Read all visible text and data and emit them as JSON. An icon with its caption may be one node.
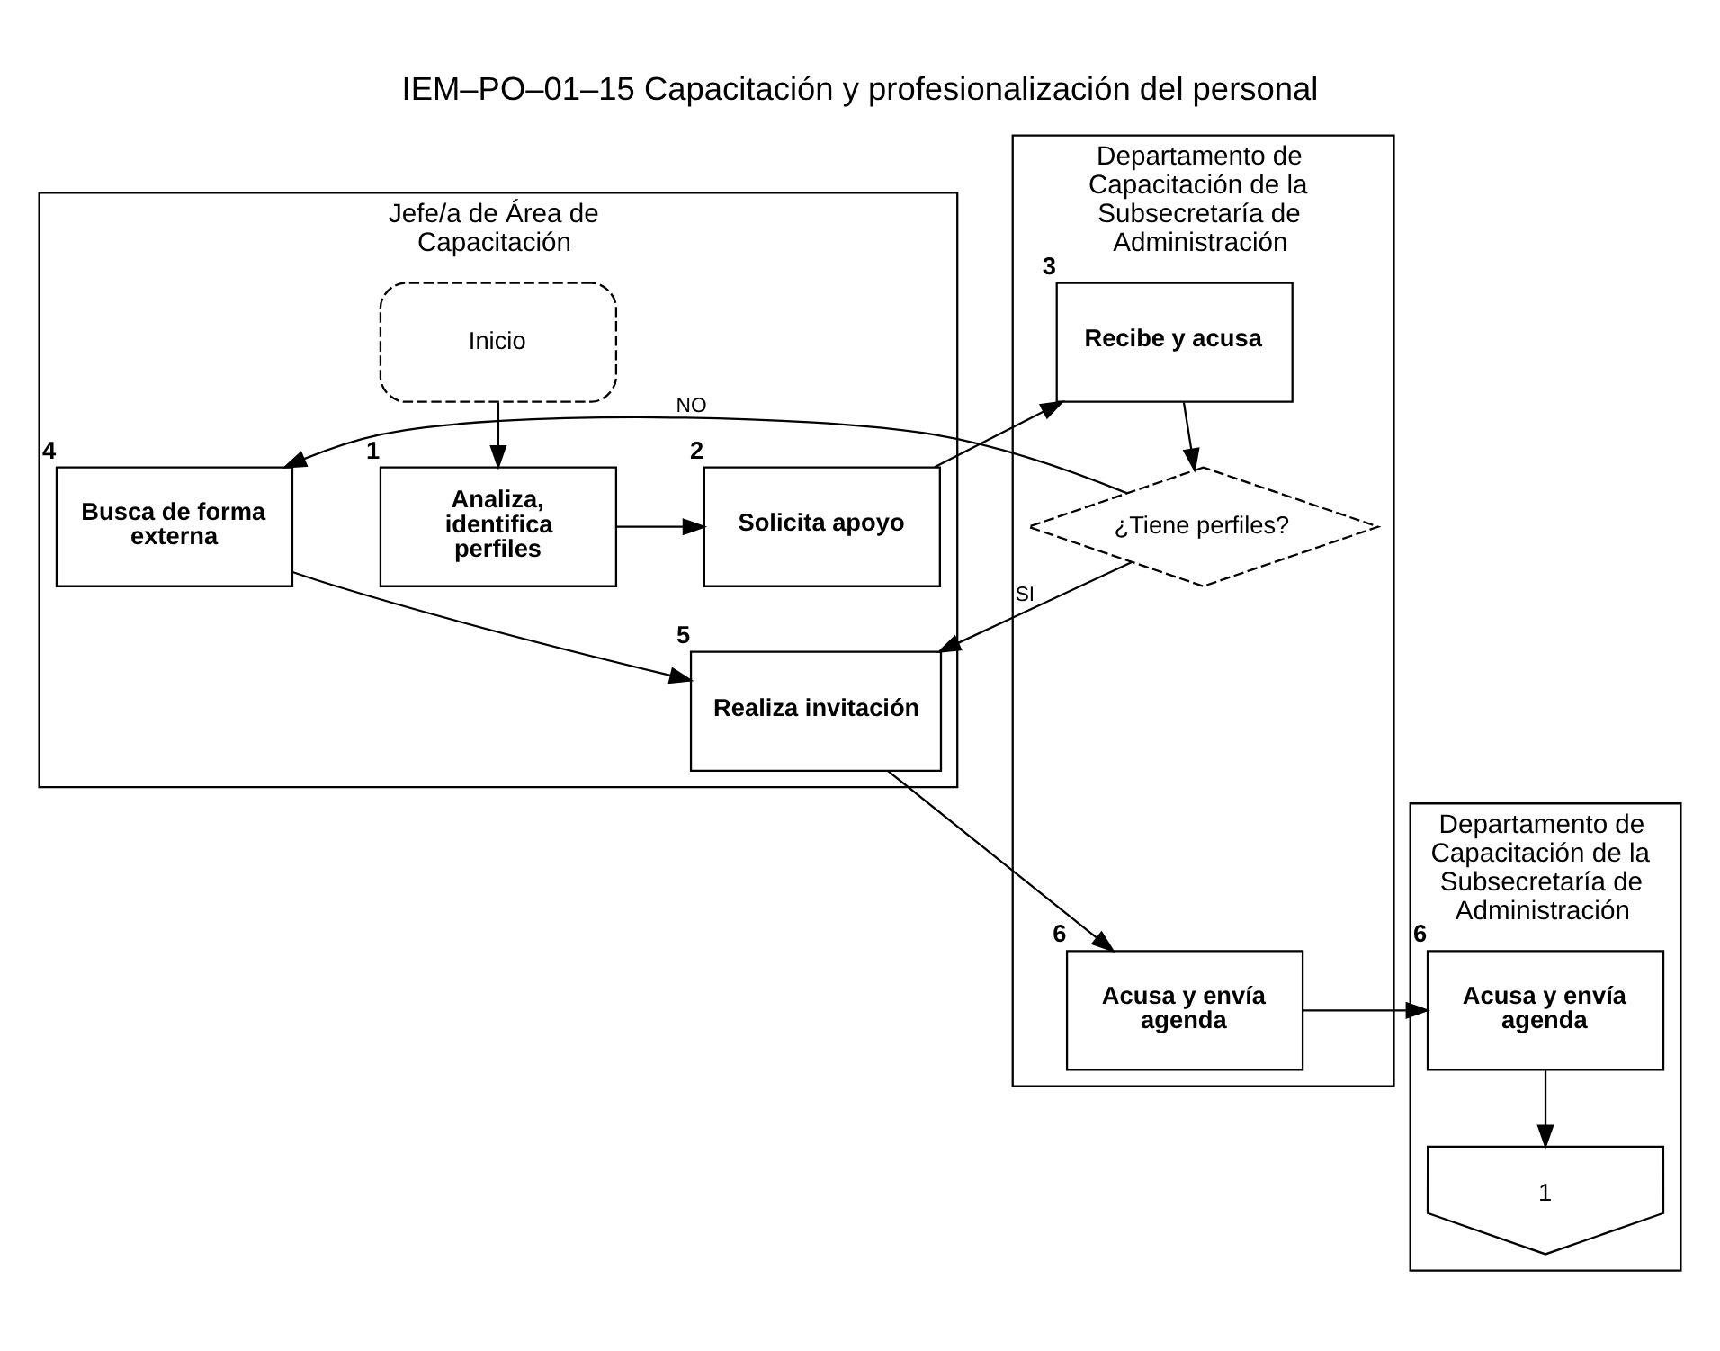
{
  "diagram": {
    "title": "IEM–PO–01–15 Capacitación y profesionalización del personal",
    "nodes": [
      {
        "text": [
          "Jefe/a de Área de Capacitación"
        ]
      },
      {
        "text": [
          "Inicio"
        ],
        "in": 0
      },
      {
        "text": [
          "Analiza, identifica perfiles"
        ],
        "beside": [
          "1"
        ],
        "in": 0
      },
      {
        "text": [
          "Solicita apoyo"
        ],
        "beside": [
          "2"
        ],
        "in": 0
      },
      {
        "text": [
          "Busca de forma externa"
        ],
        "beside": [
          "4"
        ],
        "in": 0
      },
      {
        "text": [
          "Realiza invitación"
        ],
        "beside": [
          "5"
        ],
        "in": 0
      },
      {
        "text": [
          "Departamento de Capacitación de la Subsecretaría de Administración"
        ]
      },
      {
        "text": [
          "Recibe y acusa"
        ],
        "beside": [
          "3"
        ],
        "in": 6
      },
      {
        "text": [
          "¿Tiene perfiles?"
        ],
        "in": 6
      },
      {
        "text": [
          "Acusa y envía agenda"
        ],
        "beside": [
          "6"
        ],
        "in": 6
      },
      {
        "text": [
          "Departamento de Capacitación de la Subsecretaría de Administración"
        ]
      },
      {
        "text": [
          "Acusa y envía agenda"
        ],
        "beside": [
          "6"
        ],
        "in": 10
      },
      {
        "text": [
          "1"
        ],
        "in": 10
      }
    ],
    "edges": [
      {
        "from": 1,
        "to": 2,
        "arrow": "to"
      },
      {
        "from": 2,
        "to": 3,
        "arrow": "to"
      },
      {
        "from": 3,
        "to": 7,
        "arrow": "to"
      },
      {
        "from": 7,
        "to": 8,
        "arrow": "to"
      },
      {
        "from": 8,
        "to": 4,
        "arrow": "to",
        "label": "NO"
      },
      {
        "from": 8,
        "to": 5,
        "arrow": "to",
        "label": "SI"
      },
      {
        "from": 4,
        "to": 5,
        "arrow": "to"
      },
      {
        "from": 5,
        "to": 9,
        "arrow": "to"
      },
      {
        "from": 9,
        "to": 11,
        "arrow": "to"
      },
      {
        "from": 11,
        "to": 12,
        "arrow": "to"
      }
    ]
  }
}
